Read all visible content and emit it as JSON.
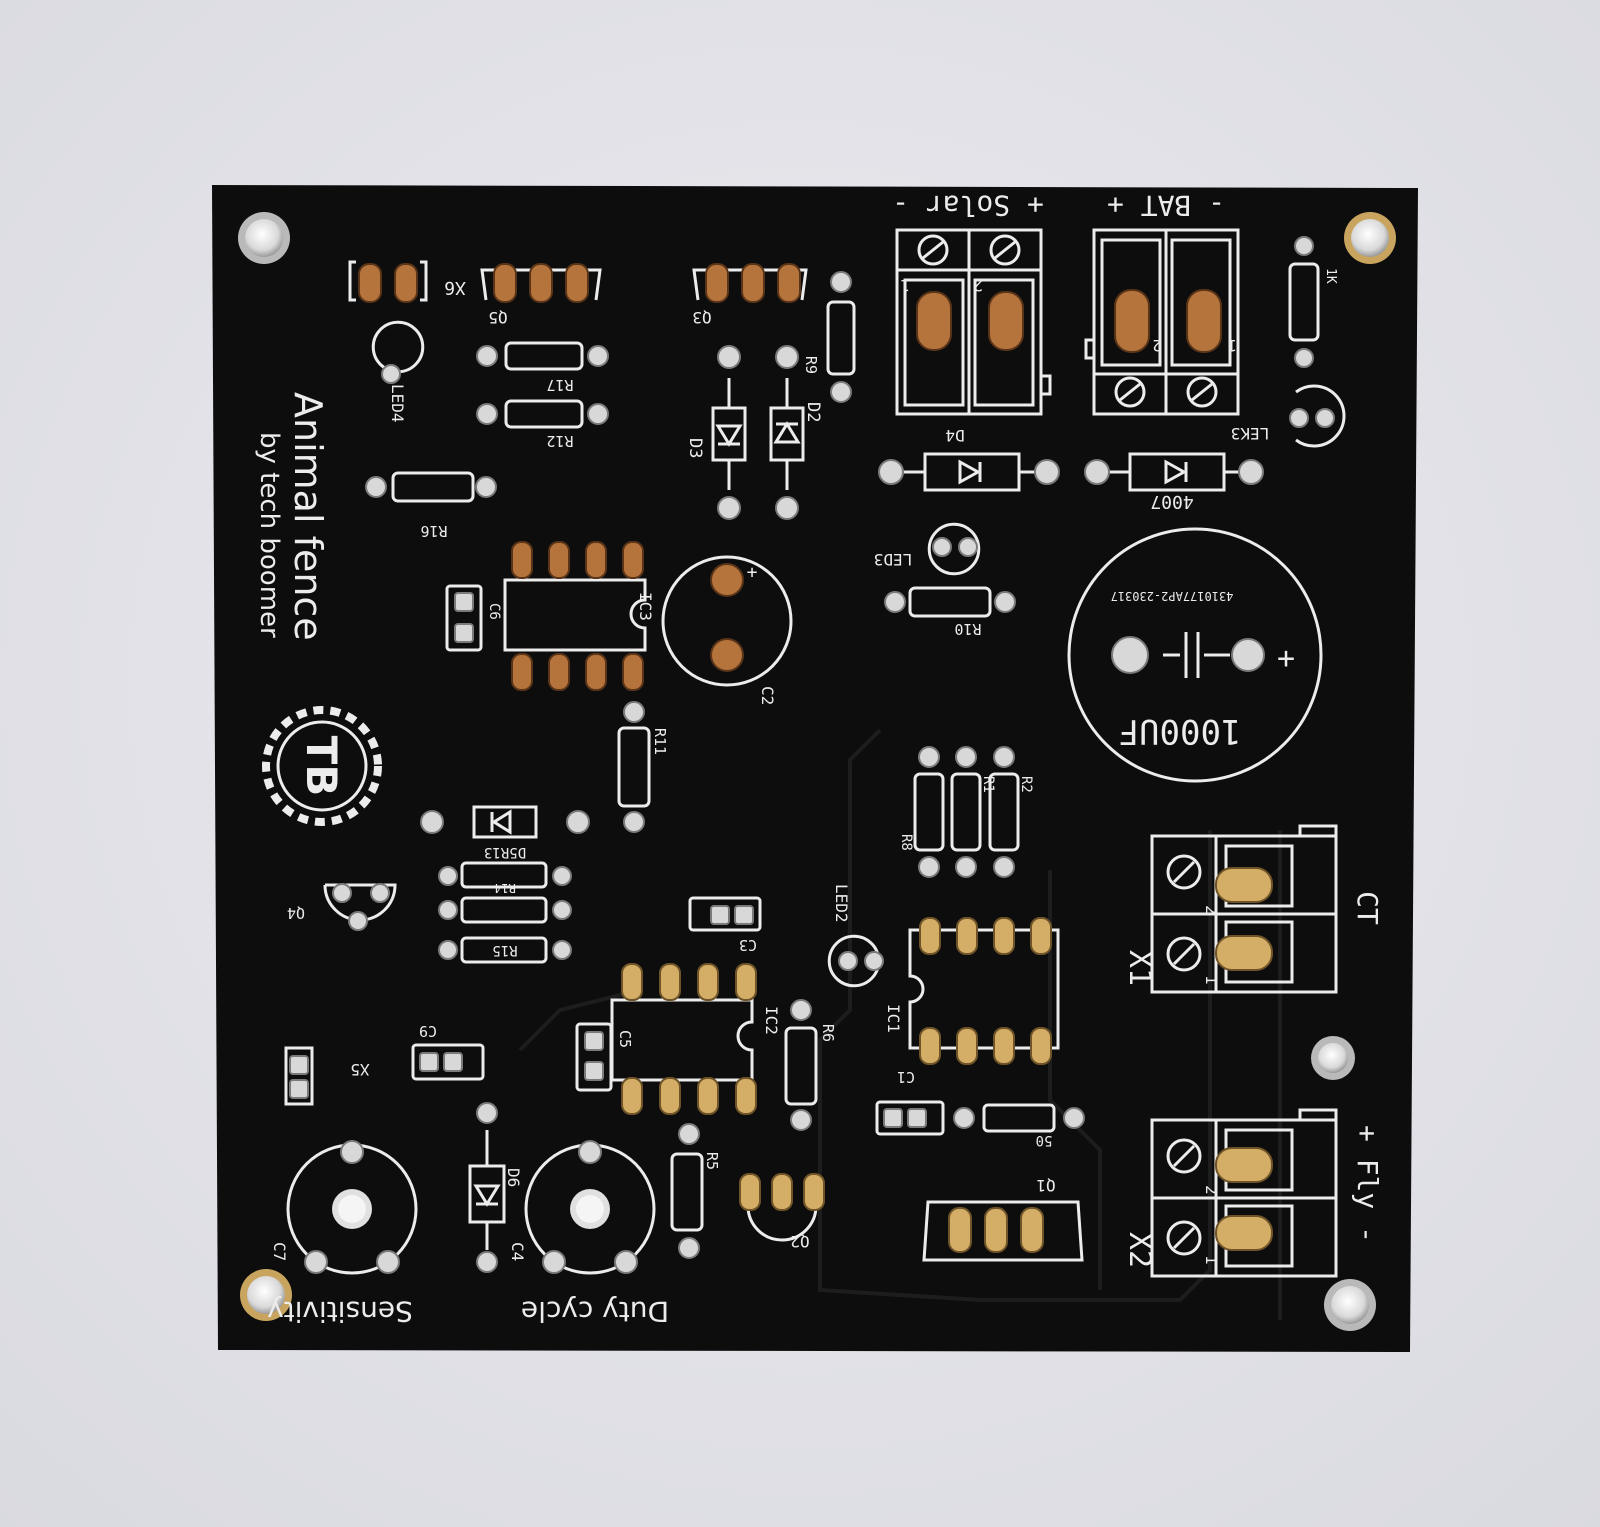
{
  "photo": {
    "background_color": "#e4e4ea",
    "board_color": "#0d0d0d",
    "silkscreen_color": "#ececec",
    "pad_gold": "#c9a45e",
    "pad_copper": "#b5743c",
    "pad_silver": "#d8d8d8"
  },
  "board": {
    "title": "Animal fence",
    "subtitle": "by tech boomer",
    "logo_text": "TB",
    "cap_value": "1000UF",
    "cap_code": "4310177AP2-230317",
    "resistor_value": "1K",
    "diode_value": "4007",
    "pot_sensitivity": "Sensitivity",
    "pot_duty": "Duty cycle",
    "conn_solar": "+ Solar -",
    "conn_bat": "- BAT +",
    "conn_ct": "CT",
    "conn_fly": "+ Fly -",
    "conn_x1": "X1",
    "conn_x2": "X2",
    "pin1": "1",
    "pin2": "2",
    "r50": "50",
    "refs": {
      "x6": "X6",
      "q5": "Q5",
      "q3": "Q3",
      "led4": "LED4",
      "r17": "R17",
      "r12": "R12",
      "r9": "R9",
      "d2": "D2",
      "d3": "D3",
      "r16": "R16",
      "c6": "C6",
      "ic3": "IC3",
      "c2": "C2",
      "r11": "R11",
      "d5r13": "D5R13",
      "r14": "R14",
      "r15": "R15",
      "q4": "Q4",
      "c3": "C3",
      "c5": "C5",
      "ic2": "IC2",
      "r6": "R6",
      "c9": "C9",
      "x5": "X5",
      "d6": "D6",
      "c4": "C4",
      "r5": "R5",
      "q2": "Q2",
      "c7": "C7",
      "d4": "D4",
      "led3": "LED3",
      "r10": "R10",
      "lek3": "LEK3",
      "r8": "R8",
      "r1": "R1",
      "r2": "R2",
      "led2": "LED2",
      "ic1": "IC1",
      "c1": "C1",
      "q1": "Q1"
    }
  }
}
